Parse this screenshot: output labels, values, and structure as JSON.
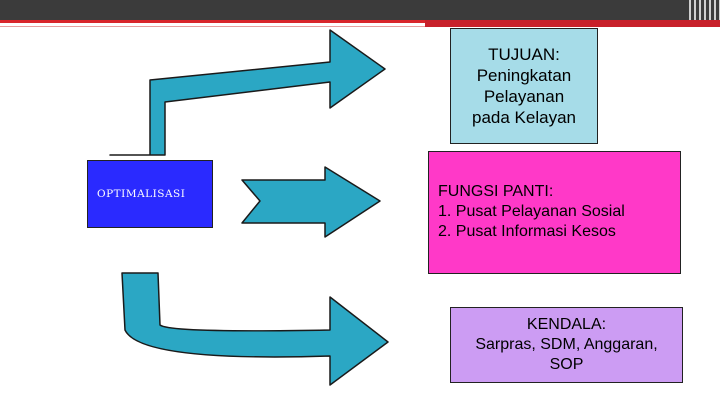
{
  "diagram": {
    "source_box": {
      "label": "OPTIMALISASI"
    },
    "tujuan": {
      "title": "TUJUAN:",
      "lines": "Peningkatan\nPelayanan\npada Kelayan"
    },
    "fungsi": {
      "title": "FUNGSI PANTI:",
      "items": [
        "1.  Pusat Pelayanan Sosial",
        "2.  Pusat Informasi Kesos"
      ]
    },
    "kendala": {
      "title": "KENDALA:",
      "lines": "Sarpras, SDM, Anggaran,\nSOP"
    }
  },
  "colors": {
    "arrow": "#2ba7c4",
    "tujuan_bg": "#a6dce8",
    "fungsi_bg": "#ff39c8",
    "kendala_bg": "#cc9cf3",
    "optimalisasi_bg": "#2a2aff",
    "top_bar": "#3b3b3b",
    "accent_red": "#d9252a"
  }
}
